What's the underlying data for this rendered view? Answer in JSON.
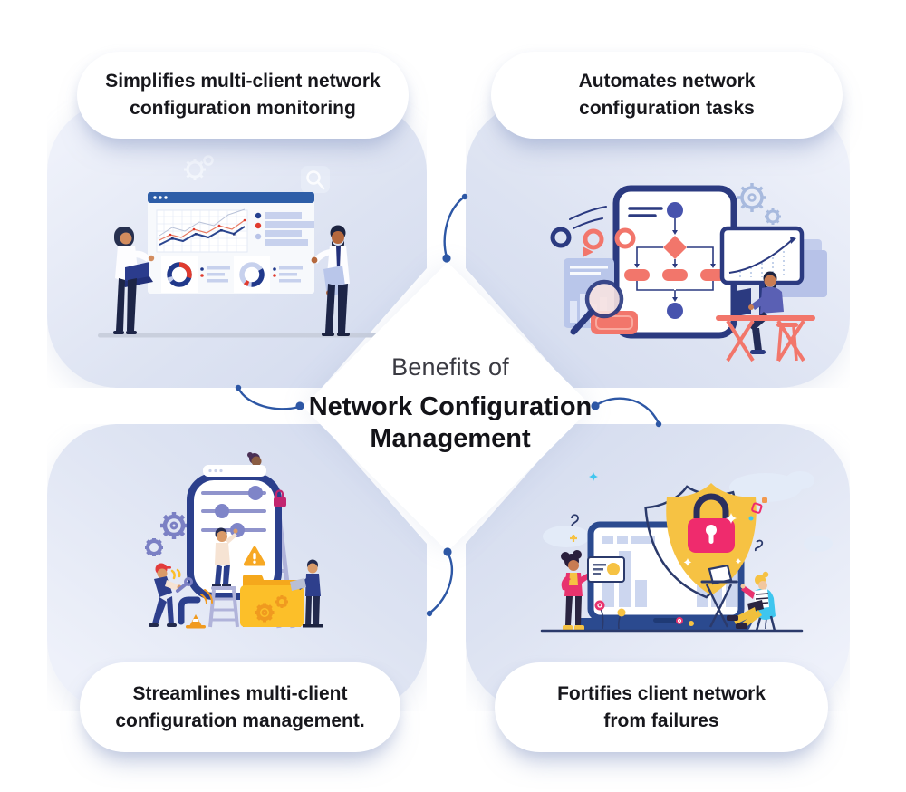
{
  "title": {
    "pre": "Benefits of",
    "main_line1": "Network Configuration",
    "main_line2": "Management"
  },
  "bubbles": {
    "top_left": [
      "Simplifies multi-client network",
      "configuration monitoring"
    ],
    "top_right": [
      "Automates network",
      "configuration tasks"
    ],
    "bottom_left": [
      "Streamlines multi-client",
      "configuration management."
    ],
    "bottom_right": [
      "Fortifies client network",
      "from failures"
    ]
  },
  "illustrations": {
    "top_left": "team-monitoring-dashboard-illustration",
    "top_right": "workflow-automation-illustration",
    "bottom_left": "configuration-maintenance-illustration",
    "bottom_right": "network-security-shield-illustration"
  },
  "colors": {
    "card_light": "#eef1fa",
    "card_dark": "#d2daee",
    "connector_blue": "#2d57a5",
    "navy": "#2b3a80",
    "indigo": "#4753ad",
    "salmon": "#f2766b",
    "red": "#e03b2e",
    "periwinkle": "#c5cfec",
    "purple": "#7b80c4",
    "yellow_shield": "#f6c243",
    "gold": "#f7a823",
    "folder_yellow": "#fcbf29",
    "pink_lock": "#ef2b6d",
    "magenta": "#e8336e",
    "cyan": "#3fc6ef",
    "text_dark": "#17171c"
  }
}
